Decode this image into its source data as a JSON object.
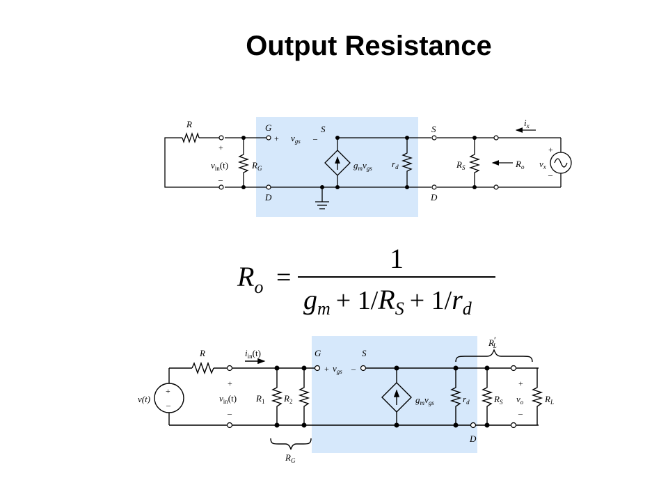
{
  "slide": {
    "title": "Output Resistance"
  },
  "circuit_top": {
    "labels": {
      "R": "R",
      "plus": "+",
      "minus": "–",
      "vin": "v",
      "vin_sub": "in",
      "vin_arg": "(t)",
      "RG": "R",
      "RG_sub": "G",
      "G": "G",
      "vgs_plus": "+",
      "vgs": "v",
      "vgs_sub": "gs",
      "vgs_minus": "–",
      "S_left": "S",
      "gm": "g",
      "gm_sub": "m",
      "gm_v": "v",
      "gm_vsub": "gs",
      "rd": "r",
      "rd_sub": "d",
      "S_right": "S",
      "RS": "R",
      "RS_sub": "S",
      "Ro": "R",
      "Ro_sub": "o",
      "ix": "i",
      "ix_sub": "x",
      "vx": "v",
      "vx_sub": "x",
      "D_left": "D",
      "D_right": "D"
    }
  },
  "equation": {
    "lhs": "R",
    "lhs_sub": "o",
    "equals": "=",
    "numerator": "1",
    "d1": "g",
    "d1_sub": "m",
    "d2": "+ 1/",
    "d3": "R",
    "d3_sub": "S",
    "d4": "+ 1/",
    "d5": "r",
    "d5_sub": "d"
  },
  "circuit_bottom": {
    "labels": {
      "vt": "v(t)",
      "R": "R",
      "iin": "i",
      "iin_sub": "in",
      "iin_arg": "(t)",
      "plus": "+",
      "minus": "–",
      "vin": "v",
      "vin_sub": "in",
      "vin_arg": "(t)",
      "R1": "R",
      "R1_sub": "1",
      "R2": "R",
      "R2_sub": "2",
      "RG": "R",
      "RG_sub": "G",
      "G": "G",
      "vgs_plus": "+",
      "vgs": "v",
      "vgs_sub": "gs",
      "vgs_minus": "–",
      "S": "S",
      "gm": "g",
      "gm_sub": "m",
      "gm_v": "v",
      "gm_vsub": "gs",
      "rd": "r",
      "rd_sub": "d",
      "RS": "R",
      "RS_sub": "S",
      "vo": "v",
      "vo_sub": "o",
      "RL": "R",
      "RL_sub": "L",
      "RLp": "R",
      "RLp_sub": "L",
      "RLp_prime": "′",
      "D": "D",
      "src_plus": "+",
      "src_minus": "–"
    }
  },
  "colors": {
    "highlight": "#d6e8fb",
    "wire": "#000000"
  }
}
